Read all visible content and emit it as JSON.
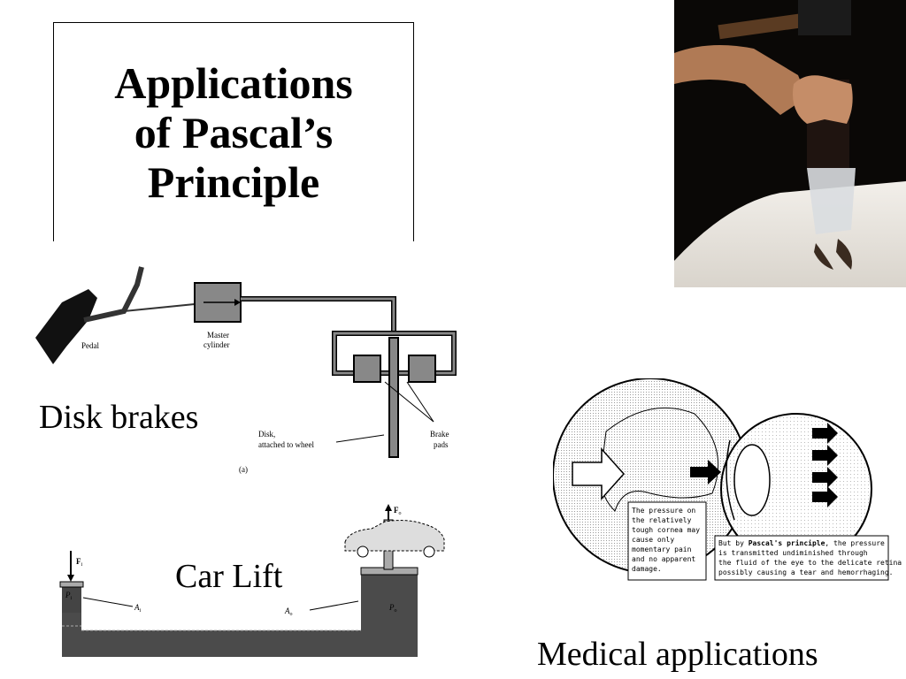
{
  "title": {
    "lines": [
      "Applications",
      "of Pascal’s",
      "Principle"
    ]
  },
  "captions": {
    "disk_brakes": "Disk brakes",
    "car_lift": "Car Lift",
    "medical": "Medical applications"
  },
  "brake_diagram": {
    "pedal": "Pedal",
    "master_1": "Master",
    "master_2": "cylinder",
    "disk_1": "Disk,",
    "disk_2": "attached to wheel",
    "pads_1": "Brake",
    "pads_2": "pads",
    "panel": "(a)"
  },
  "lift_diagram": {
    "fi": "F",
    "fi_sub": "i",
    "pi": "P",
    "pi_sub": "i",
    "ai": "A",
    "ai_sub": "i",
    "fo": "F",
    "fo_sub": "o",
    "po": "P",
    "po_sub": "o",
    "ao": "A",
    "ao_sub": "o"
  },
  "eye_diagram": {
    "note1": [
      "The pressure on",
      "the relatively",
      "tough cornea may",
      "cause only",
      "momentary pain",
      "and no apparent",
      "damage."
    ],
    "note2_line1_pre": "But by ",
    "note2_line1_bold": "Pascal's principle",
    "note2_line1_post": ", the pressure",
    "note2_rest": [
      "is transmitted undiminished through",
      "the fluid of the eye to the delicate retina,",
      "possibly causing a tear and hemorrhaging."
    ]
  }
}
